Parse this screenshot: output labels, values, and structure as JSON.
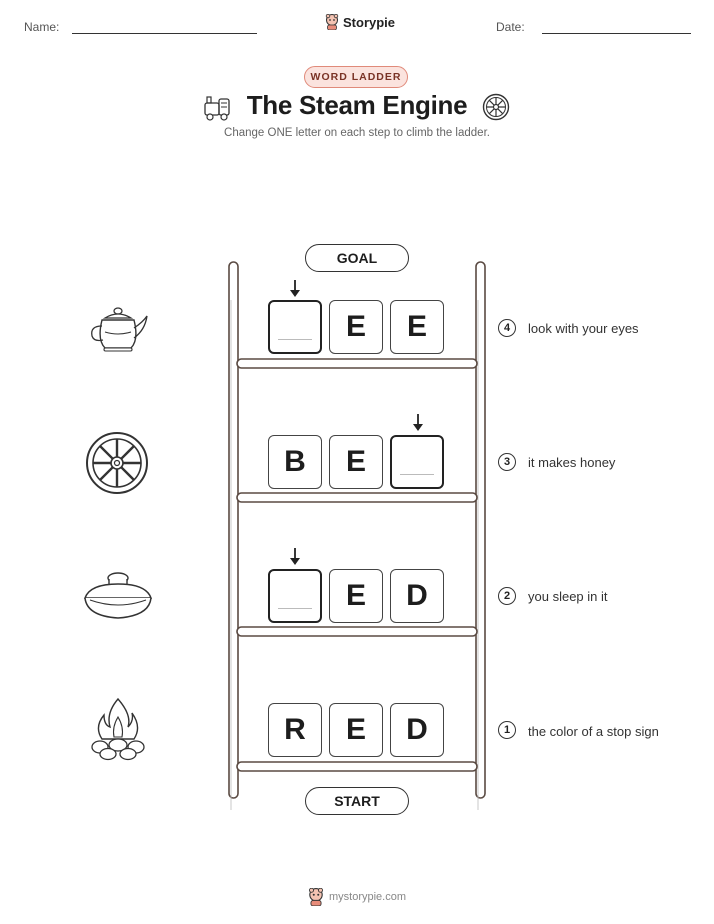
{
  "header": {
    "name_label": "Name:",
    "date_label": "Date:",
    "brand": "Storypie"
  },
  "badge": "WORD LADDER",
  "title": "The Steam Engine",
  "subtitle": "Change ONE letter on each step to climb the ladder.",
  "ladder": {
    "goal_label": "GOAL",
    "start_label": "START",
    "rungs": [
      {
        "step": "4",
        "letters": [
          "",
          "E",
          "E"
        ],
        "blank_index": 0,
        "clue": "look with your eyes",
        "picture": "teapot-icon"
      },
      {
        "step": "3",
        "letters": [
          "B",
          "E",
          ""
        ],
        "blank_index": 2,
        "clue": "it makes honey",
        "picture": "wheel-icon"
      },
      {
        "step": "2",
        "letters": [
          "",
          "E",
          "D"
        ],
        "blank_index": 0,
        "clue": "you sleep in it",
        "picture": "lid-icon"
      },
      {
        "step": "1",
        "letters": [
          "R",
          "E",
          "D"
        ],
        "blank_index": null,
        "clue": "the color of a stop sign",
        "picture": "campfire-icon"
      }
    ]
  },
  "footer": {
    "site": "mystorypie.com"
  },
  "colors": {
    "badge_bg": "#fbe3de",
    "badge_border": "#e08a7a",
    "rail": "#5a4a42"
  }
}
